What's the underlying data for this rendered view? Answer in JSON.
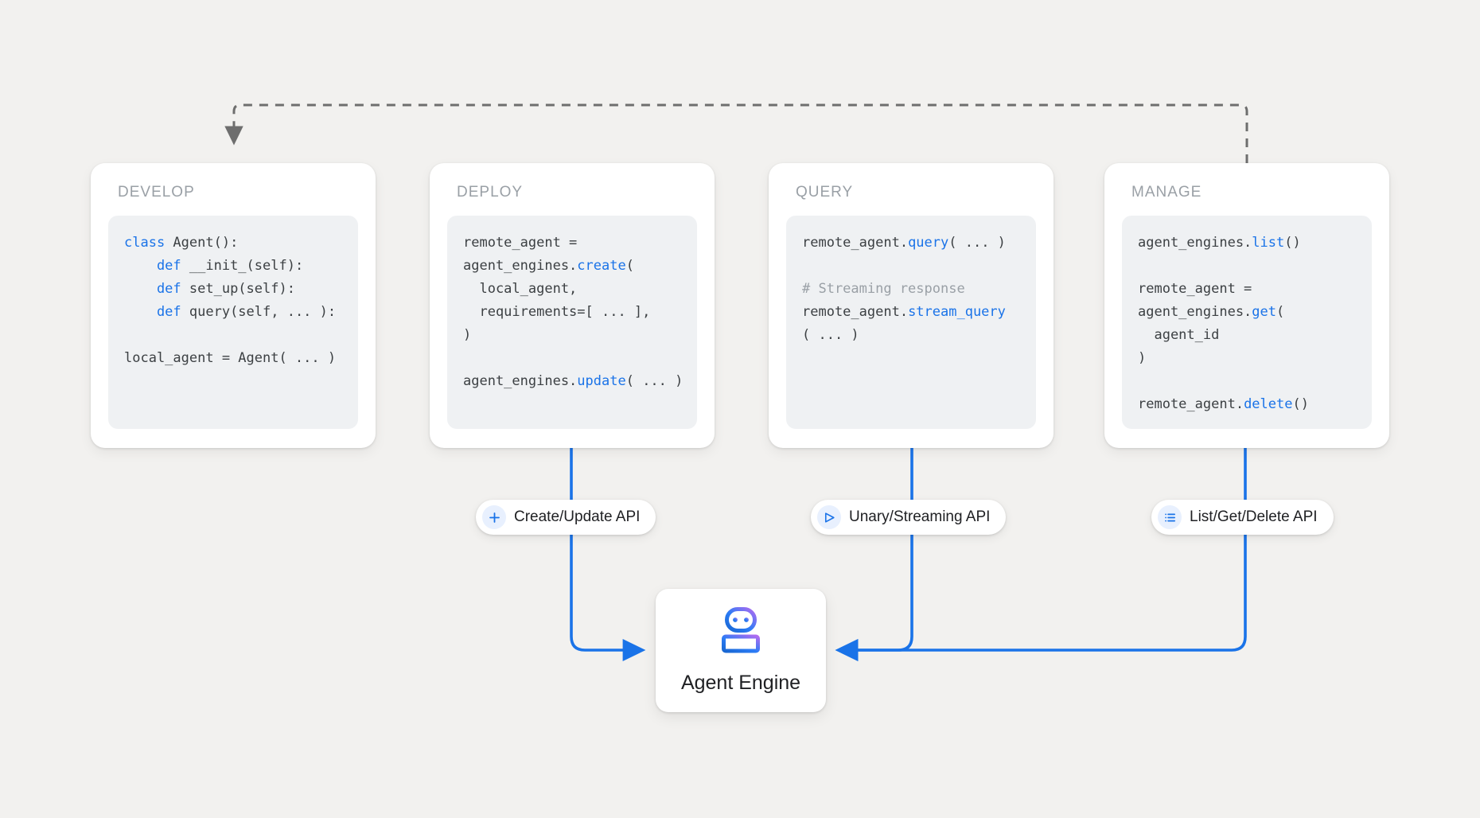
{
  "background": "#f2f1ef",
  "colors": {
    "accent_blue": "#1a73e8",
    "code_keyword": "#1a73e8",
    "code_text": "#3c4043",
    "code_comment": "#9aa0a6",
    "card_title": "#9aa0a6",
    "dashed_arrow": "#6e6e6e",
    "robot_gradient_from": "#1a73e8",
    "robot_gradient_to": "#a855f7"
  },
  "stages": [
    {
      "title": "DEVELOP",
      "code_lines": [
        [
          {
            "t": "class ",
            "c": "kw"
          },
          {
            "t": "Agent():",
            "c": "tx"
          }
        ],
        [
          {
            "t": "    def ",
            "c": "kw"
          },
          {
            "t": "__init_(self):",
            "c": "tx"
          }
        ],
        [
          {
            "t": "    def ",
            "c": "kw"
          },
          {
            "t": "set_up(self):",
            "c": "tx"
          }
        ],
        [
          {
            "t": "    def ",
            "c": "kw"
          },
          {
            "t": "query(self, ... ):",
            "c": "tx"
          }
        ],
        [
          {
            "t": "",
            "c": "tx"
          }
        ],
        [
          {
            "t": "local_agent = Agent( ... )",
            "c": "tx"
          }
        ]
      ]
    },
    {
      "title": "DEPLOY",
      "code_lines": [
        [
          {
            "t": "remote_agent =",
            "c": "tx"
          }
        ],
        [
          {
            "t": "agent_engines.",
            "c": "tx"
          },
          {
            "t": "create",
            "c": "kw"
          },
          {
            "t": "(",
            "c": "tx"
          }
        ],
        [
          {
            "t": "  local_agent,",
            "c": "tx"
          }
        ],
        [
          {
            "t": "  requirements=[ ... ],",
            "c": "tx"
          }
        ],
        [
          {
            "t": ")",
            "c": "tx"
          }
        ],
        [
          {
            "t": "",
            "c": "tx"
          }
        ],
        [
          {
            "t": "agent_engines.",
            "c": "tx"
          },
          {
            "t": "update",
            "c": "kw"
          },
          {
            "t": "( ... )",
            "c": "tx"
          }
        ]
      ]
    },
    {
      "title": "QUERY",
      "code_lines": [
        [
          {
            "t": "remote_agent.",
            "c": "tx"
          },
          {
            "t": "query",
            "c": "kw"
          },
          {
            "t": "( ... )",
            "c": "tx"
          }
        ],
        [
          {
            "t": "",
            "c": "tx"
          }
        ],
        [
          {
            "t": "# Streaming response",
            "c": "cm"
          }
        ],
        [
          {
            "t": "remote_agent.",
            "c": "tx"
          },
          {
            "t": "stream_query",
            "c": "kw"
          }
        ],
        [
          {
            "t": "( ... )",
            "c": "tx"
          }
        ]
      ]
    },
    {
      "title": "MANAGE",
      "code_lines": [
        [
          {
            "t": "agent_engines.",
            "c": "tx"
          },
          {
            "t": "list",
            "c": "kw"
          },
          {
            "t": "()",
            "c": "tx"
          }
        ],
        [
          {
            "t": "",
            "c": "tx"
          }
        ],
        [
          {
            "t": "remote_agent =",
            "c": "tx"
          }
        ],
        [
          {
            "t": "agent_engines.",
            "c": "tx"
          },
          {
            "t": "get",
            "c": "kw"
          },
          {
            "t": "(",
            "c": "tx"
          }
        ],
        [
          {
            "t": "  agent_id",
            "c": "tx"
          }
        ],
        [
          {
            "t": ")",
            "c": "tx"
          }
        ],
        [
          {
            "t": "",
            "c": "tx"
          }
        ],
        [
          {
            "t": "remote_agent.",
            "c": "tx"
          },
          {
            "t": "delete",
            "c": "kw"
          },
          {
            "t": "()",
            "c": "tx"
          }
        ]
      ]
    }
  ],
  "api_pills": [
    {
      "label": "Create/Update API",
      "icon": "plus-icon"
    },
    {
      "label": "Unary/Streaming API",
      "icon": "send-icon"
    },
    {
      "label": "List/Get/Delete API",
      "icon": "list-icon"
    }
  ],
  "engine": {
    "label": "Agent Engine",
    "icon": "robot-icon"
  }
}
